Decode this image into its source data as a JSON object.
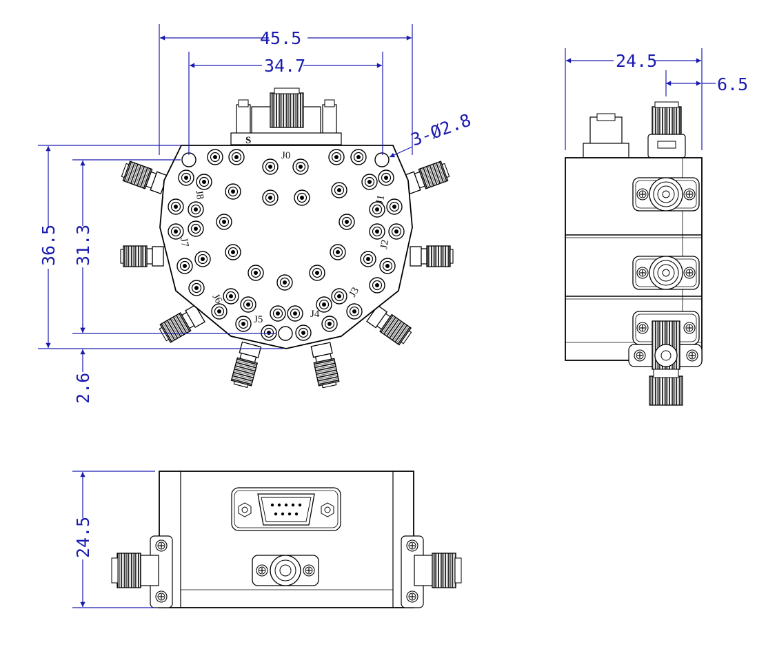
{
  "dimensions": {
    "top_width_overall": "45.5",
    "top_width_holes": "34.7",
    "hole_callout": "3-Ø2.8",
    "top_height_overall": "36.5",
    "top_height_inner": "31.3",
    "top_offset": "2.6",
    "side_width": "24.5",
    "side_offset": "6.5",
    "front_height": "24.5"
  },
  "port_labels": [
    "J0",
    "J1",
    "J2",
    "J3",
    "J4",
    "J5",
    "J6",
    "J7",
    "J8"
  ],
  "marking": "S",
  "colors": {
    "dimension": "#1a1ab0",
    "outline": "#000000"
  }
}
